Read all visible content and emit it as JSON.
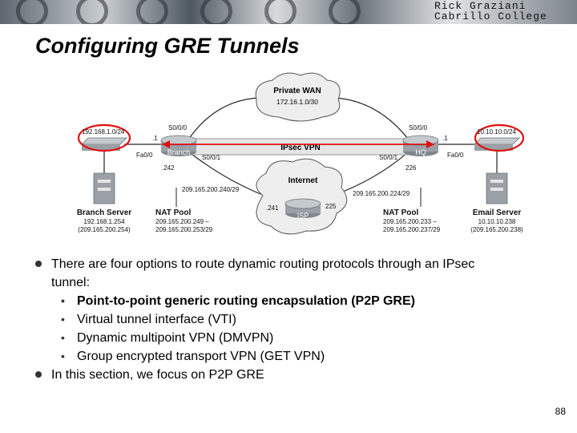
{
  "header": {
    "credit_line1": "Rick Graziani",
    "credit_line2": "Cabrillo College"
  },
  "slide": {
    "title": "Configuring GRE Tunnels",
    "page_number": "88"
  },
  "diagram": {
    "private_wan": {
      "label": "Private WAN",
      "subnet": "172.16.1.0/30"
    },
    "internet": {
      "label": "Internet"
    },
    "ipsec_vpn": "IPsec VPN",
    "branch_lan": "192.168.1.0/24",
    "hq_lan": "10.10.10.0/24",
    "branch_router": "Branch",
    "hq_router": "HQ",
    "isp_router": "ISP",
    "ifaces": {
      "branch_s000": "S0/0/0",
      "branch_s001": "S0/0/1",
      "branch_fa00": "Fa0/0",
      "branch_lan_host": ".1",
      "branch_wan_host": ".242",
      "hq_s000": "S0/0/0",
      "hq_s001": "S0/0/1",
      "hq_fa00": "Fa0/0",
      "hq_lan_host": ".1",
      "hq_wan_host": "226",
      "isp_left": ".241",
      "isp_right": "225"
    },
    "branch_isp_subnet": "209.165.200.240/29",
    "hq_isp_subnet": "209.165.200.224/29",
    "branch_server": {
      "label": "Branch Server",
      "ip": "192.168.1.254",
      "public": "(209.165.200.254)"
    },
    "email_server": {
      "label": "Email Server",
      "ip": "10.10.10.238",
      "public": "(209.165.200.238)"
    },
    "branch_nat": {
      "label": "NAT Pool",
      "range_start": "209.165.200.249 –",
      "range_end": "209.165.200.253/29"
    },
    "hq_nat": {
      "label": "NAT Pool",
      "range_start": "209.165.200.233 –",
      "range_end": "209.165.200.237/29"
    }
  },
  "bullets": {
    "intro_line1": "There are four options to route dynamic routing protocols through an IPsec",
    "intro_line2": "tunnel:",
    "options": [
      "Point-to-point generic routing encapsulation (P2P GRE)",
      "Virtual tunnel interface (VTI)",
      "Dynamic multipoint VPN (DMVPN)",
      "Group encrypted transport VPN (GET VPN)"
    ],
    "focus": "In this section, we focus on P2P GRE"
  },
  "colors": {
    "annotation_red": "#dd1111",
    "device_grey": "#9aa0a6",
    "cloud_fill": "#eeeeee"
  }
}
